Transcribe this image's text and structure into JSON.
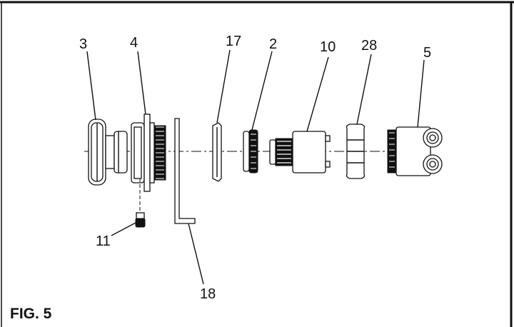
{
  "figure": {
    "caption": "FIG. 5",
    "callouts": [
      {
        "id": "3",
        "label": "3"
      },
      {
        "id": "4",
        "label": "4"
      },
      {
        "id": "17",
        "label": "17"
      },
      {
        "id": "2",
        "label": "2"
      },
      {
        "id": "10",
        "label": "10"
      },
      {
        "id": "28",
        "label": "28"
      },
      {
        "id": "5",
        "label": "5"
      },
      {
        "id": "11",
        "label": "11"
      },
      {
        "id": "18",
        "label": "18"
      }
    ]
  }
}
